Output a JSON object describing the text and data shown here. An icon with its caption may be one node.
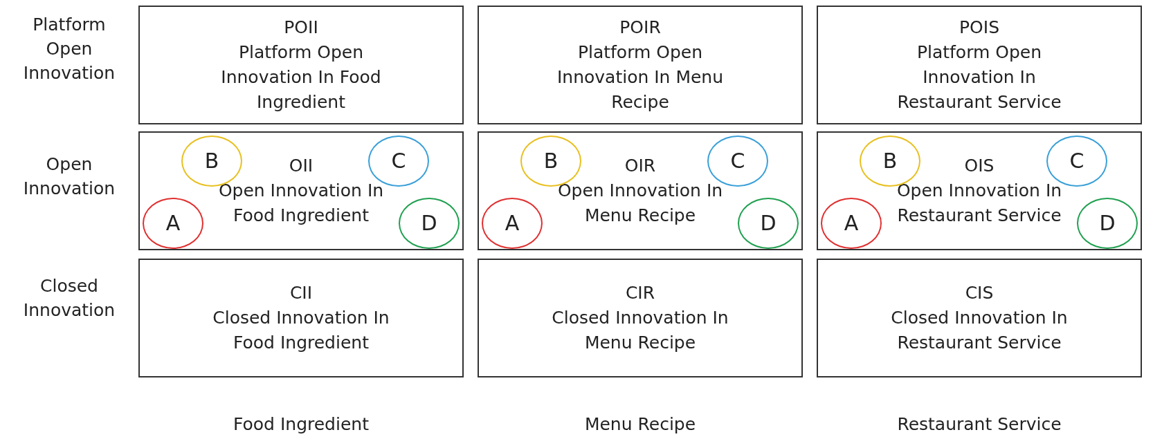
{
  "diagram": {
    "nodes": [
      {
        "text": [
          "POII",
          "Platform Open Innovation In Food Ingredient"
        ]
      },
      {
        "text": [
          "POIR",
          "Platform Open Innovation In Menu Recipe"
        ]
      },
      {
        "text": [
          "POIS",
          "Platform Open Innovation In Restaurant Service"
        ]
      },
      {
        "text": [
          "OII",
          "Open Innovation In Food Ingredient"
        ]
      },
      {
        "text": [
          "B"
        ],
        "in": 3
      },
      {
        "text": [
          "C"
        ],
        "in": 3
      },
      {
        "text": [
          "A"
        ],
        "in": 3
      },
      {
        "text": [
          "D"
        ],
        "in": 3
      },
      {
        "text": [
          "OIR",
          "Open Innovation In Menu Recipe"
        ]
      },
      {
        "text": [
          "A"
        ],
        "in": 8
      },
      {
        "text": [
          "B"
        ],
        "in": 8
      },
      {
        "text": [
          "C"
        ],
        "in": 8
      },
      {
        "text": [
          "D"
        ],
        "in": 8
      },
      {
        "text": [
          "OIS",
          "Open Innovation In Restaurant Service"
        ]
      },
      {
        "text": [
          "A"
        ],
        "in": 13
      },
      {
        "text": [
          "B"
        ],
        "in": 13
      },
      {
        "text": [
          "C"
        ],
        "in": 13
      },
      {
        "text": [
          "D"
        ],
        "in": 13
      },
      {
        "text": [
          "CII",
          "Closed Innovation In Food Ingredient"
        ]
      },
      {
        "text": [
          "CIR",
          "Closed Innovation In Menu Recipe"
        ]
      },
      {
        "text": [
          "CIS",
          "Closed Innovation In Restaurant Service"
        ]
      }
    ],
    "labels": [
      "Platform Open Innovation",
      "Open Innovation",
      "Closed Innovation",
      "Food Ingredient",
      "Menu Recipe",
      "Restaurant Service"
    ]
  }
}
